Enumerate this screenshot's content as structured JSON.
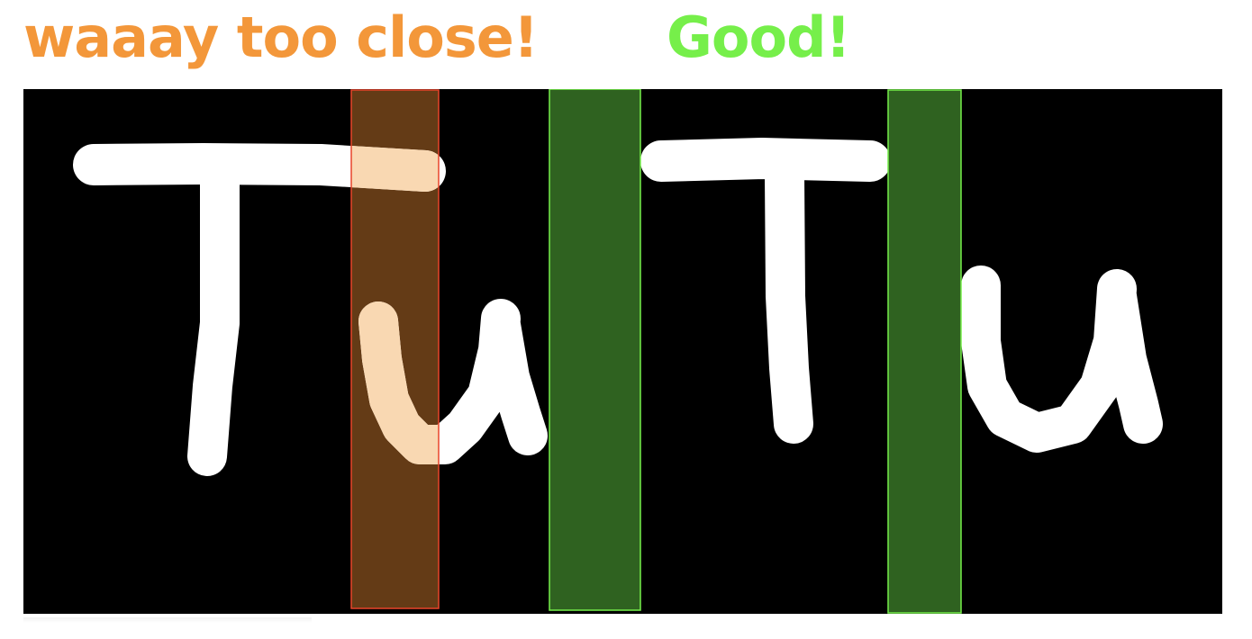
{
  "labels": {
    "bad": "waaay too close!",
    "good": "Good!"
  },
  "colors": {
    "bad": "#f3973a",
    "good": "#76ef4a",
    "background": "#000000",
    "stroke": "#ffffff",
    "overlap_stroke": "#f9d8b2",
    "bad_box_fill": "#643b16",
    "bad_box_border": "#e8442a",
    "good_box_fill": "#2f6220",
    "good_box_border": "#76ef4a"
  },
  "examples": [
    {
      "status": "bad",
      "letters": [
        "T",
        "u"
      ]
    },
    {
      "status": "good",
      "letters": [
        "T",
        "u"
      ]
    }
  ]
}
